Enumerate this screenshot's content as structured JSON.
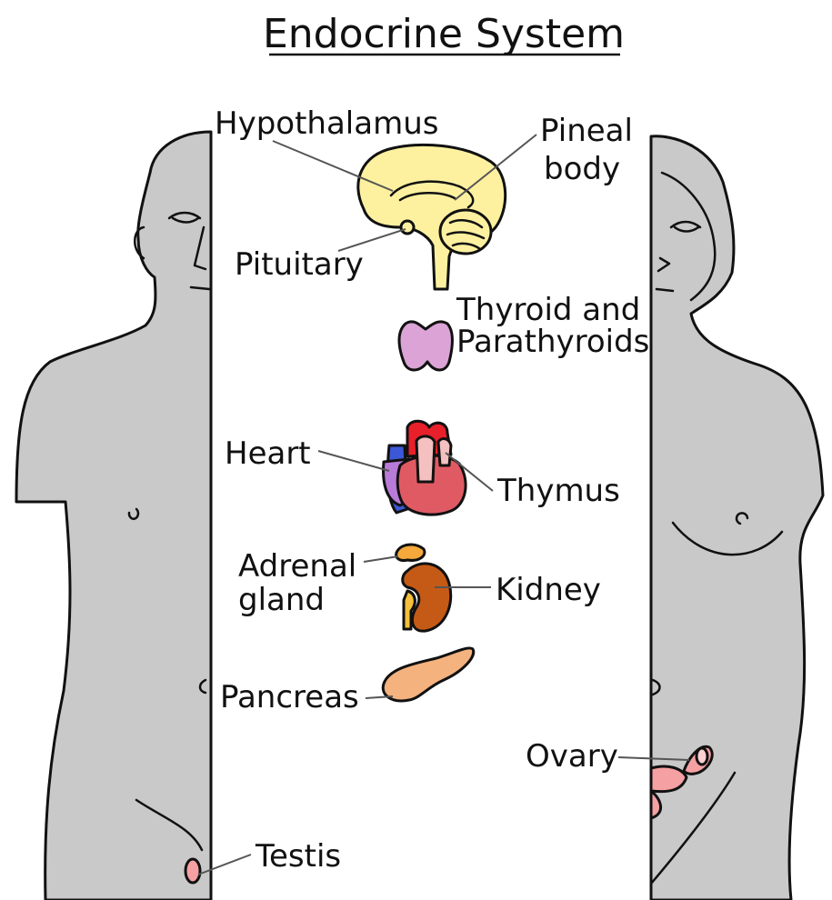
{
  "title": "Endocrine System",
  "labels": {
    "hypothalamus": "Hypothalamus",
    "pineal_line1": "Pineal",
    "pineal_line2": "body",
    "pituitary": "Pituitary",
    "thyroid_line1": "Thyroid and",
    "thyroid_line2": "Parathyroids",
    "heart": "Heart",
    "thymus": "Thymus",
    "adrenal_line1": "Adrenal",
    "adrenal_line2": "gland",
    "kidney": "Kidney",
    "pancreas": "Pancreas",
    "ovary": "Ovary",
    "testis": "Testis"
  },
  "colors": {
    "body": "#c9c9c9",
    "brain": "#fdf1a0",
    "thyroid": "#dba3d6",
    "heart": "#e05a64",
    "kidney": "#c55a16",
    "adrenal": "#f5a93b",
    "pancreas": "#f4b27f",
    "ovary": "#f5a0a2"
  }
}
